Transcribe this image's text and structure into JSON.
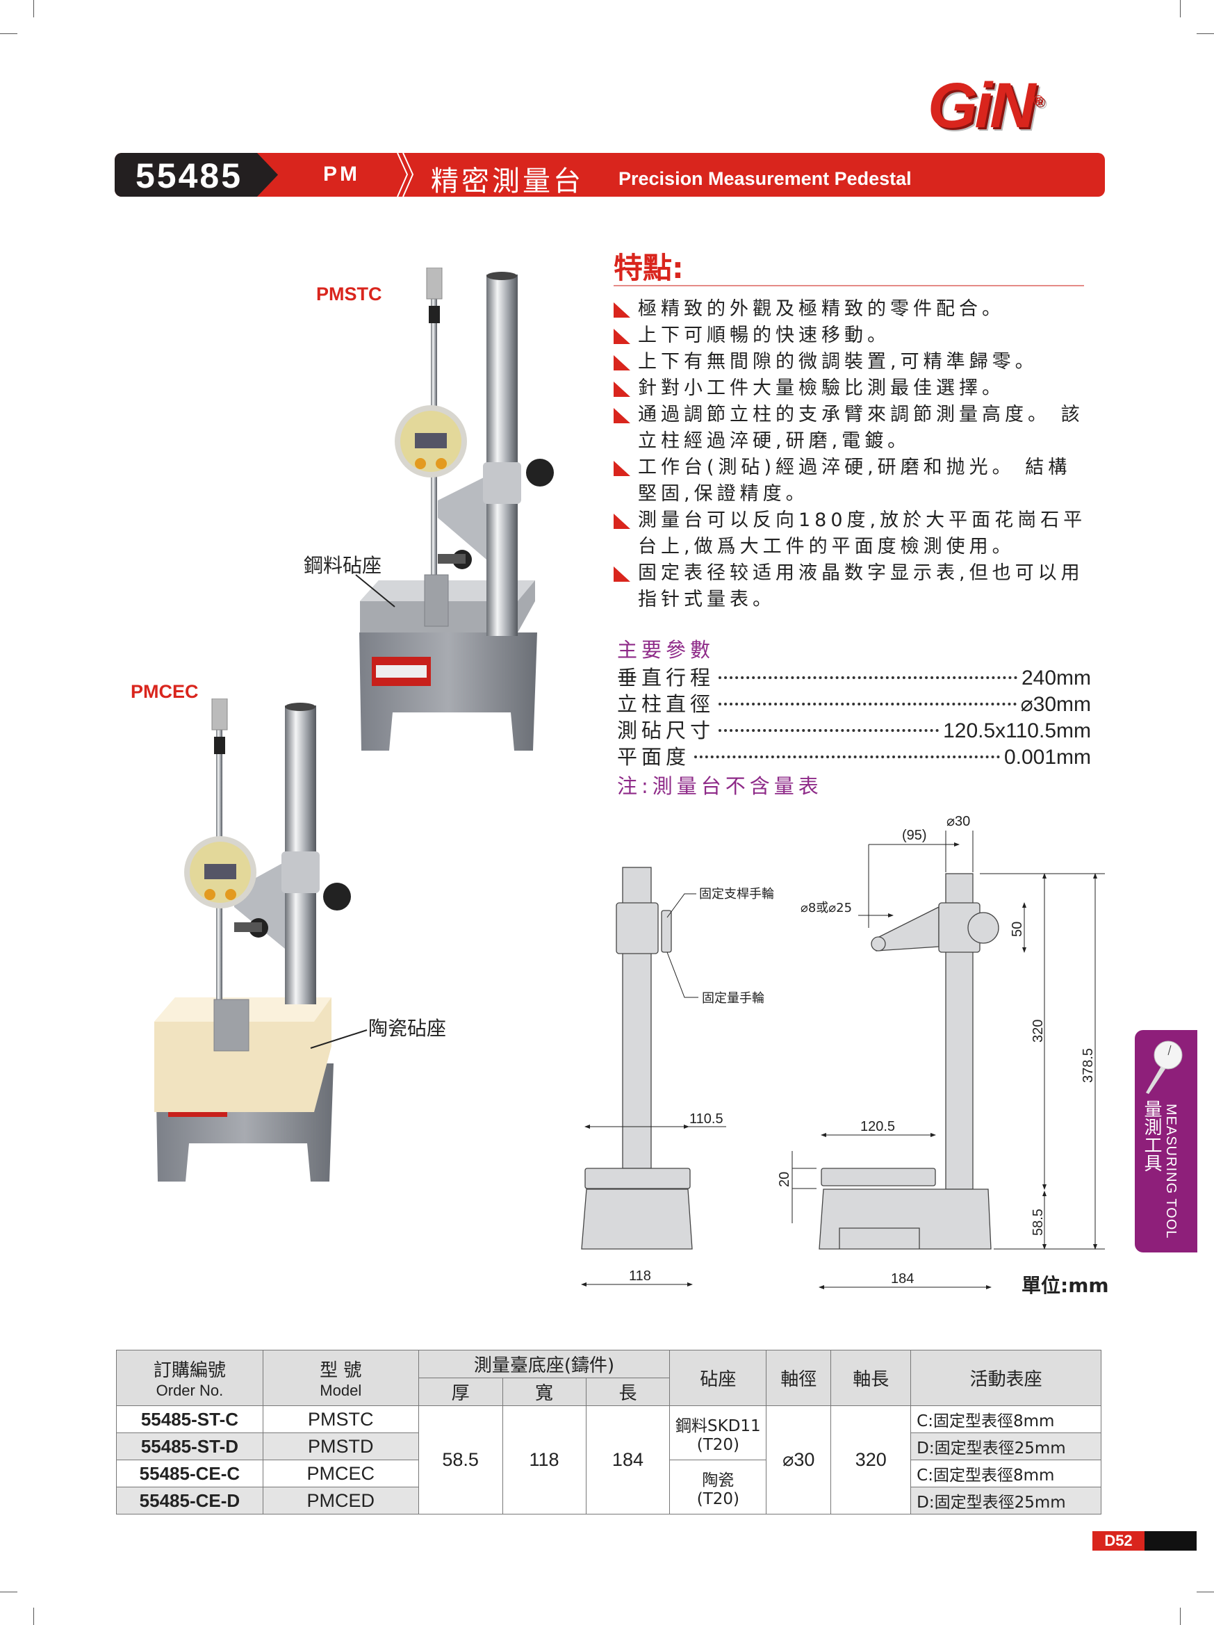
{
  "brand": {
    "logo_text": "GiN",
    "registered": "®"
  },
  "header": {
    "code": "55485",
    "series": "PM",
    "title_zh": "精密測量台",
    "title_en": "Precision Measurement Pedestal"
  },
  "features": {
    "title": "特點:",
    "items": [
      "極精致的外觀及極精致的零件配合。",
      "上下可順暢的快速移動。",
      "上下有無間隙的微調裝置,可精準歸零。",
      "針對小工件大量檢驗比測最佳選擇。",
      "通過調節立柱的支承臂來調節測量高度。 該立柱經過淬硬,研磨,電鍍。",
      "工作台(測砧)經過淬硬,研磨和抛光。 結構堅固,保證精度。",
      "測量台可以反向180度,放於大平面花崗石平台上,做爲大工件的平面度檢測使用。",
      "固定表径较适用液晶数字显示表,但也可以用指针式量表。"
    ]
  },
  "params": {
    "title": "主要參數",
    "rows": [
      {
        "label": "垂直行程",
        "value": "240mm"
      },
      {
        "label": "立柱直徑",
        "value": "⌀30mm"
      },
      {
        "label": "測砧尺寸",
        "value": "120.5x110.5mm"
      },
      {
        "label": "平面度",
        "value": "0.001mm"
      }
    ],
    "note": "注:測量台不含量表"
  },
  "photos": {
    "model_1": "PMSTC",
    "anvil_1": "鋼料砧座",
    "model_2": "PMCEC",
    "anvil_2": "陶瓷砧座"
  },
  "diagram": {
    "label_column_knob": "固定支桿手輪",
    "label_gauge_knob": "固定量手輪",
    "dim_110_5": "110.5",
    "dim_118": "118",
    "dim_95": "(95)",
    "dim_d30": "⌀30",
    "dim_d8_25": "⌀8或⌀25",
    "dim_50": "50",
    "dim_320": "320",
    "dim_378_5": "378.5",
    "dim_120_5": "120.5",
    "dim_20": "20",
    "dim_58_5": "58.5",
    "dim_184": "184",
    "unit": "單位:mm"
  },
  "side_tab": {
    "zh": "量測工具",
    "en": "MEASURING TOOL"
  },
  "table": {
    "headers": {
      "order_zh": "訂購編號",
      "order_en": "Order No.",
      "model_zh": "型 號",
      "model_en": "Model",
      "base": "測量臺底座(鑄件)",
      "thick": "厚",
      "width": "寬",
      "length": "長",
      "anvil": "砧座",
      "shaft_dia": "軸徑",
      "shaft_len": "軸長",
      "holder": "活動表座"
    },
    "rows": [
      {
        "order": "55485-ST-C",
        "model": "PMSTC",
        "holder": "C:固定型表徑8mm"
      },
      {
        "order": "55485-ST-D",
        "model": "PMSTD",
        "holder": "D:固定型表徑25mm"
      },
      {
        "order": "55485-CE-C",
        "model": "PMCEC",
        "holder": "C:固定型表徑8mm"
      },
      {
        "order": "55485-CE-D",
        "model": "PMCED",
        "holder": "D:固定型表徑25mm"
      }
    ],
    "thick": "58.5",
    "width": "118",
    "length": "184",
    "anvil_steel_1": "鋼料SKD11",
    "anvil_steel_2": "(T20)",
    "anvil_ceramic_1": "陶瓷",
    "anvil_ceramic_2": "(T20)",
    "shaft_dia": "⌀30",
    "shaft_len": "320"
  },
  "page_number": "D52",
  "colors": {
    "brand_red": "#d9251d",
    "purple": "#8e2a88",
    "header_black": "#231f20"
  }
}
